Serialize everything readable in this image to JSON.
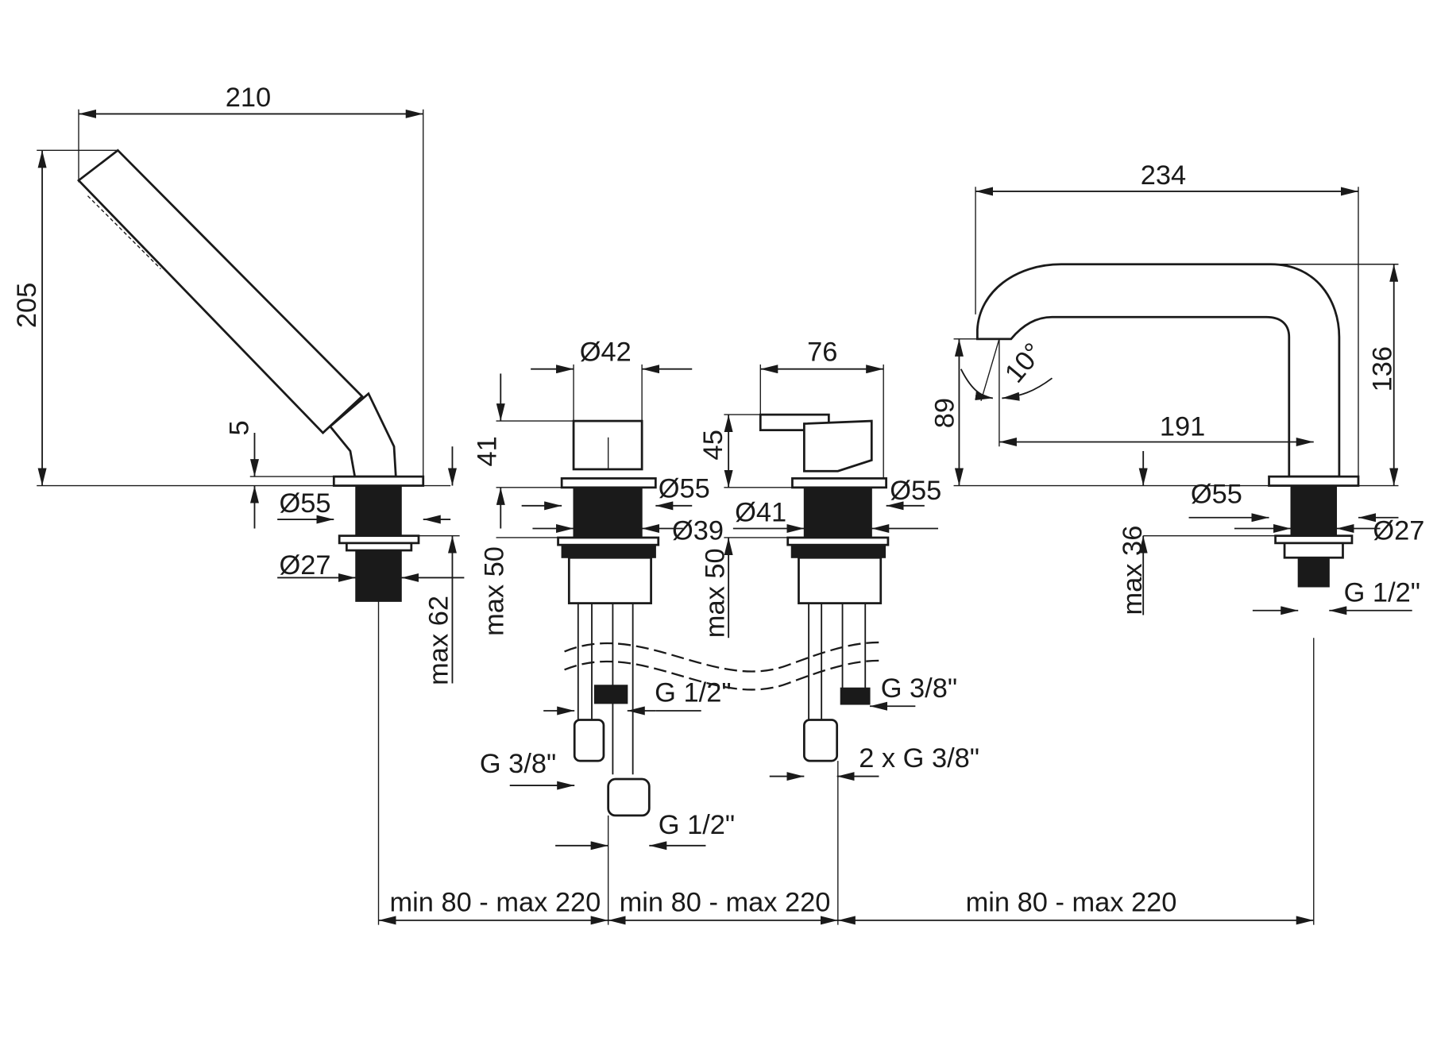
{
  "hand_shower": {
    "width": "210",
    "height": "205",
    "plate_thickness": "5",
    "plate_diameter": "Ø55",
    "shank_diameter": "Ø27",
    "shank_length": "max 62"
  },
  "mixer_1": {
    "diameter": "Ø42",
    "height": "41",
    "plate_diameter": "Ø55",
    "shank_diameter": "Ø39",
    "shank_length": "max 50",
    "hose_1": "G 1/2\"",
    "hose_2": "G 3/8\"",
    "hose_3": "G 1/2\""
  },
  "mixer_2": {
    "width": "76",
    "height": "45",
    "shank_diameter": "Ø41",
    "plate_diameter": "Ø55",
    "shank_length": "max 50",
    "hose_1": "G 3/8\"",
    "hose_2": "2 x G 3/8\""
  },
  "spout": {
    "width": "234",
    "height": "136",
    "outlet_height": "89",
    "angle": "10°",
    "reach": "191",
    "plate_diameter": "Ø55",
    "shank_diameter": "Ø27",
    "shank_length": "max 36",
    "thread": "G 1/2\""
  },
  "spacing": [
    "min 80 - max 220",
    "min 80 - max 220",
    "min 80 - max 220"
  ]
}
